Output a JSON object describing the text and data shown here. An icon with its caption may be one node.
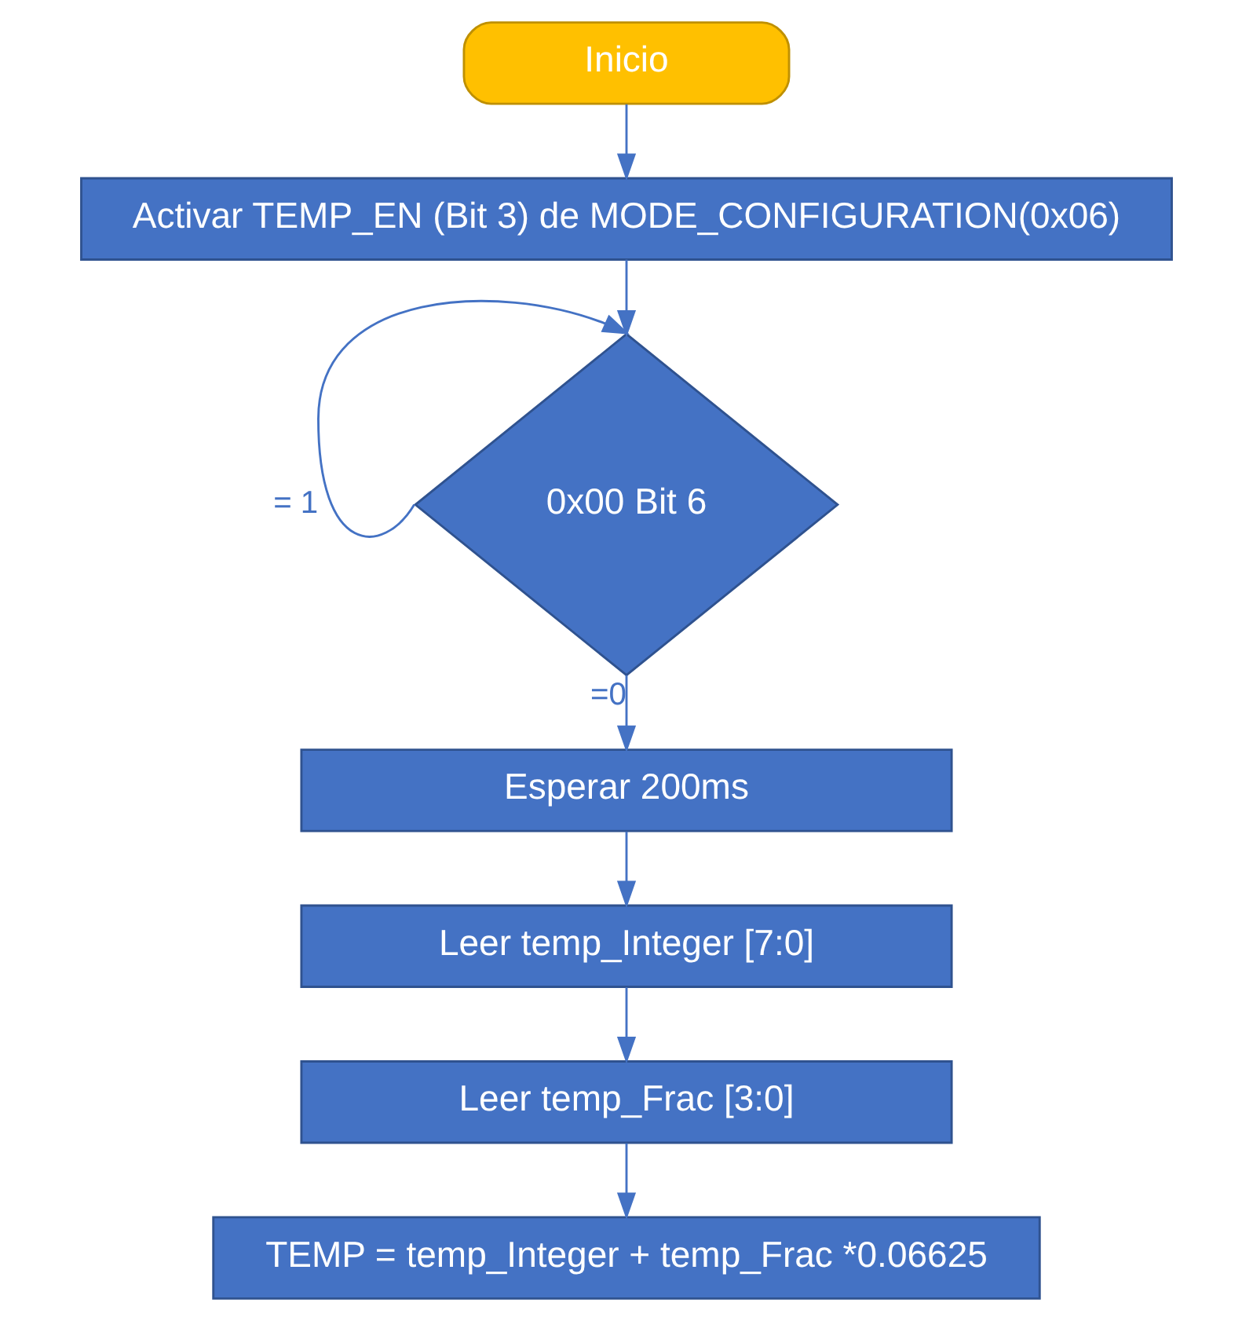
{
  "diagram": {
    "nodes": [
      {
        "text": [
          "Inicio"
        ]
      },
      {
        "text": [
          "Activar TEMP_EN (Bit 3) de MODE_CONFIGURATION(0x06)"
        ]
      },
      {
        "text": [
          "0x00 Bit 6"
        ]
      },
      {
        "text": [
          "Esperar 200ms"
        ]
      },
      {
        "text": [
          "Leer temp_Integer [7:0]"
        ]
      },
      {
        "text": [
          "Leer temp_Frac [3:0]"
        ]
      },
      {
        "text": [
          "TEMP = temp_Integer + temp_Frac *0.06625"
        ]
      }
    ],
    "edges": [
      {
        "from": 0,
        "to": 1,
        "arrow": "to"
      },
      {
        "from": 1,
        "to": 2,
        "arrow": "to"
      },
      {
        "from": 2,
        "to": 2,
        "arrow": "to",
        "label": "= 1"
      },
      {
        "from": 2,
        "to": 3,
        "arrow": "to",
        "label": "=0"
      },
      {
        "from": 3,
        "to": 4,
        "arrow": "to"
      },
      {
        "from": 4,
        "to": 5,
        "arrow": "to"
      },
      {
        "from": 5,
        "to": 6,
        "arrow": "to"
      }
    ]
  }
}
